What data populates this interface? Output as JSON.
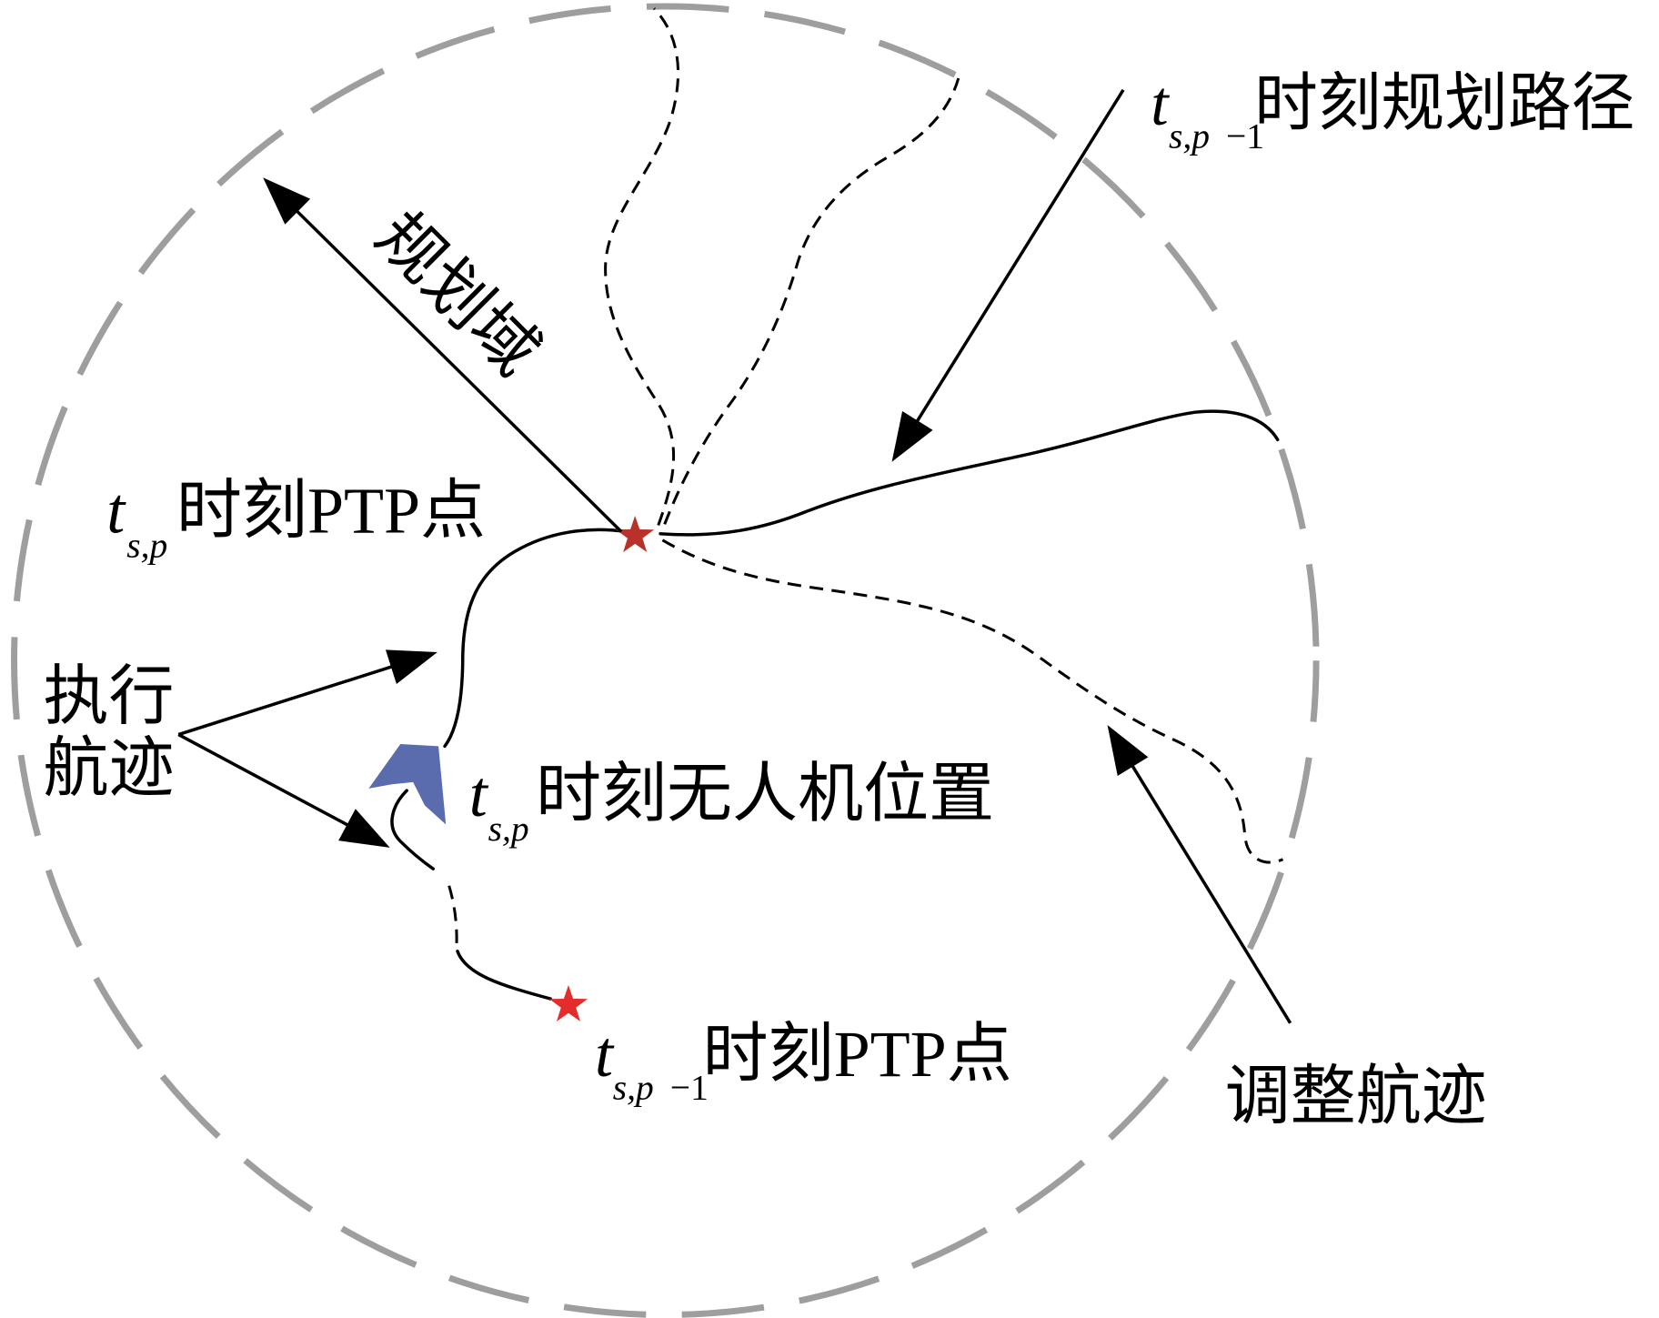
{
  "diagram": {
    "labels": {
      "planning_domain": "规划域",
      "executed_track": [
        "执行",
        "航迹"
      ],
      "adjusted_track": "调整航迹",
      "ptp_current": {
        "t": "t",
        "sub": "s,p",
        "text": "时刻PTP点"
      },
      "uav_position": {
        "t": "t",
        "sub": "s,p",
        "text": "时刻无人机位置"
      },
      "ptp_previous": {
        "t": "t",
        "sub": "s,p",
        "sub_suffix": "−1",
        "text": "时刻PTP点"
      },
      "planned_path_previous": {
        "t": "t",
        "sub": "s,p",
        "sub_suffix": "−1",
        "text": "时刻规划路径"
      }
    },
    "icons": {
      "ptp_current": "star-icon",
      "ptp_previous": "star-icon",
      "uav": "uav-chevron-icon"
    },
    "colors": {
      "planning_domain_boundary": "#9e9e9e",
      "track": "#000000",
      "uav": "#5b6cae",
      "ptp_current": "#b8322b",
      "ptp_previous": "#e42c2c"
    }
  }
}
